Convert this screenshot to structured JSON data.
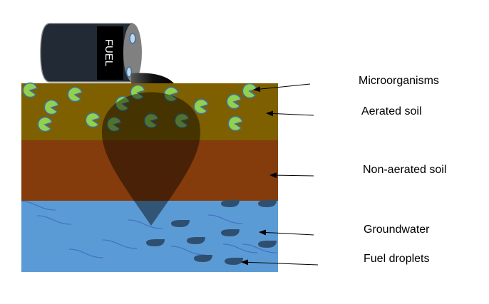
{
  "barrel": {
    "label": "FUEL"
  },
  "labels": {
    "microorganisms": "Microorganisms",
    "aerated_soil": "Aerated soil",
    "non_aerated_soil": "Non-aerated soil",
    "groundwater": "Groundwater",
    "fuel_droplets": "Fuel droplets"
  },
  "colors": {
    "aerated_soil": "#7f6000",
    "non_aerated_soil": "#843c0c",
    "groundwater": "#5b9bd5",
    "microorganism": "#92d050",
    "droplet": "#2f4f70",
    "barrel": "#222a35"
  }
}
